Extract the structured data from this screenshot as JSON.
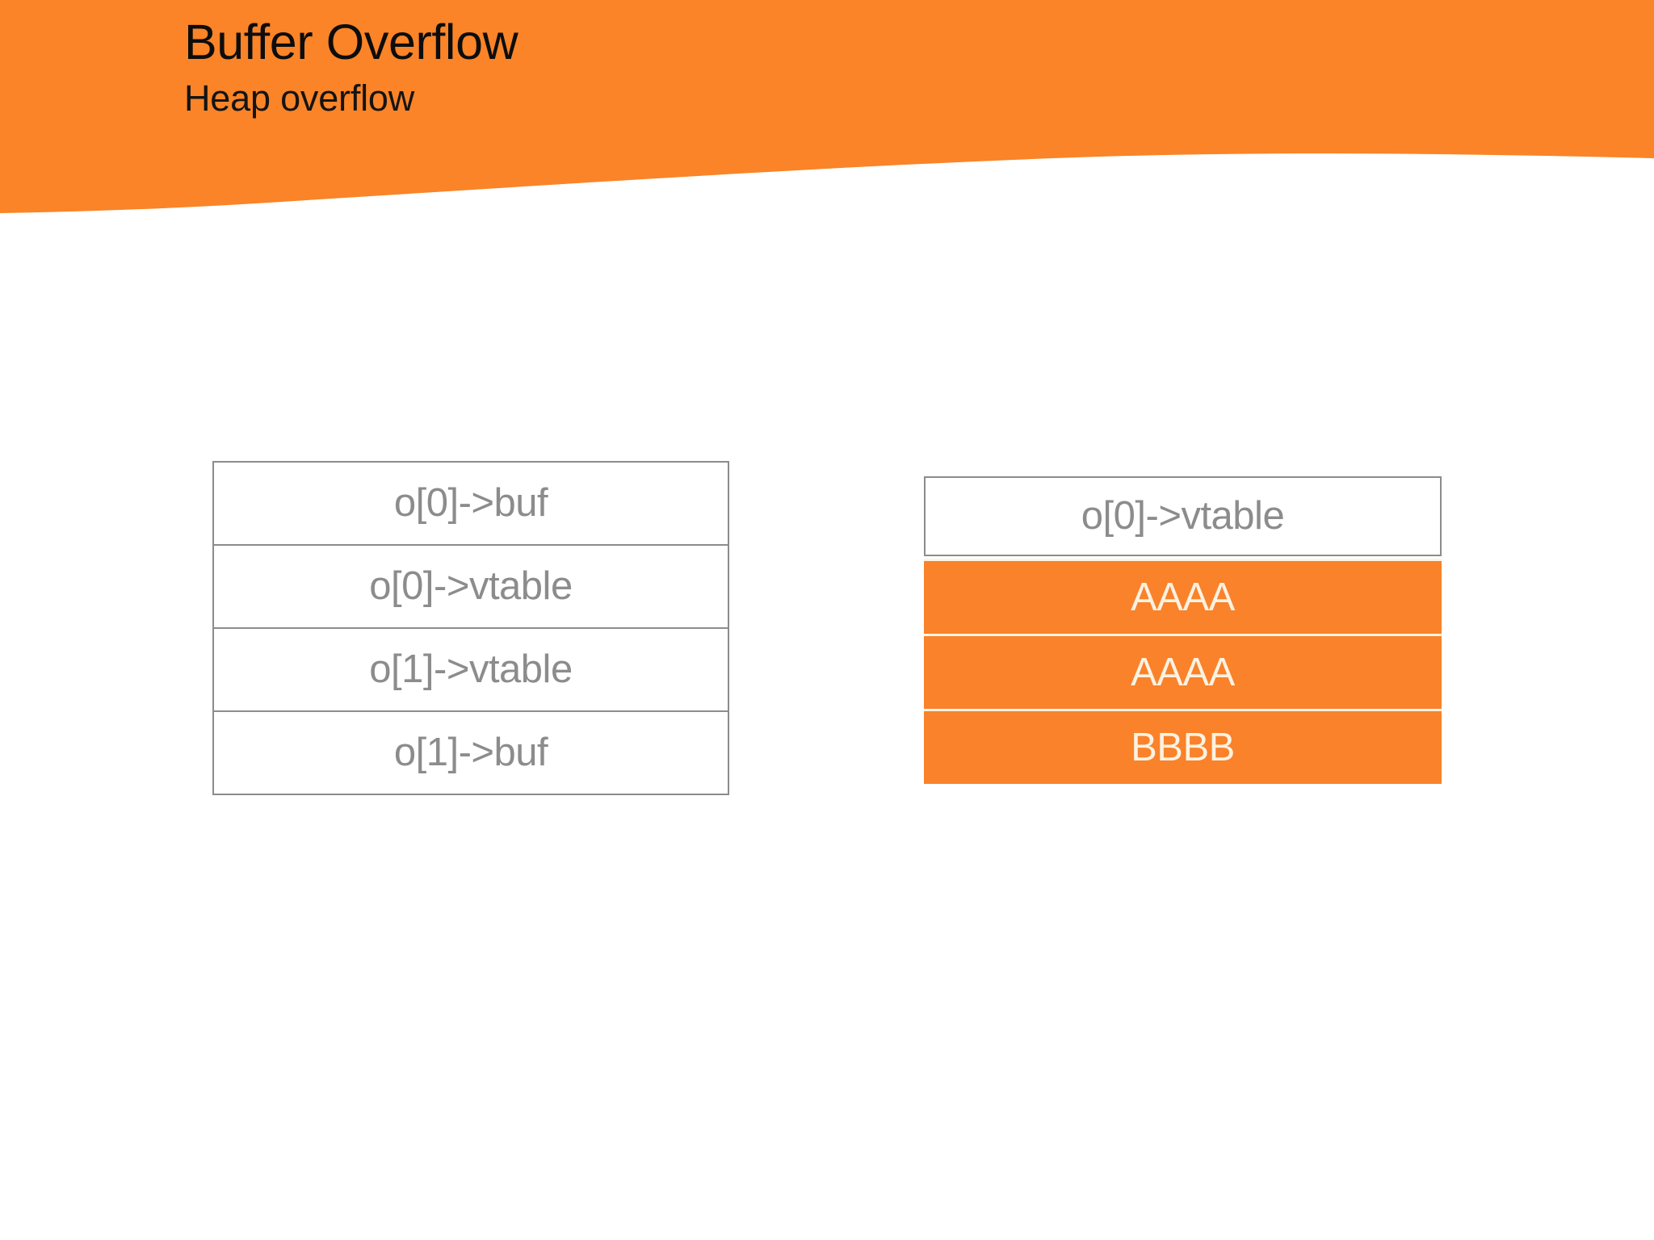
{
  "slide": {
    "title": "Buffer Overflow",
    "subtitle": "Heap overflow",
    "background_color": "#ffffff"
  },
  "theme": {
    "accent_orange": "#f9822a",
    "banner_orange": "#fa8427",
    "outline_gray": "#8c8c8c",
    "label_gray": "#8c8c8c",
    "filled_label_cream": "#fdf2e2",
    "title_text_color": "#0d0d0d"
  },
  "diagram": {
    "left_table": {
      "name": "normal-heap-layout",
      "rows": [
        {
          "label": "o[0]->buf",
          "style": "outlined"
        },
        {
          "label": "o[0]->vtable",
          "style": "outlined"
        },
        {
          "label": "o[1]->vtable",
          "style": "outlined"
        },
        {
          "label": "o[1]->buf",
          "style": "outlined"
        }
      ]
    },
    "right_table": {
      "name": "overflowed-heap-layout",
      "rows": [
        {
          "label": "o[0]->vtable",
          "style": "outlined"
        },
        {
          "label": "AAAA",
          "style": "filled"
        },
        {
          "label": "AAAA",
          "style": "filled"
        },
        {
          "label": "BBBB",
          "style": "filled"
        }
      ]
    }
  }
}
